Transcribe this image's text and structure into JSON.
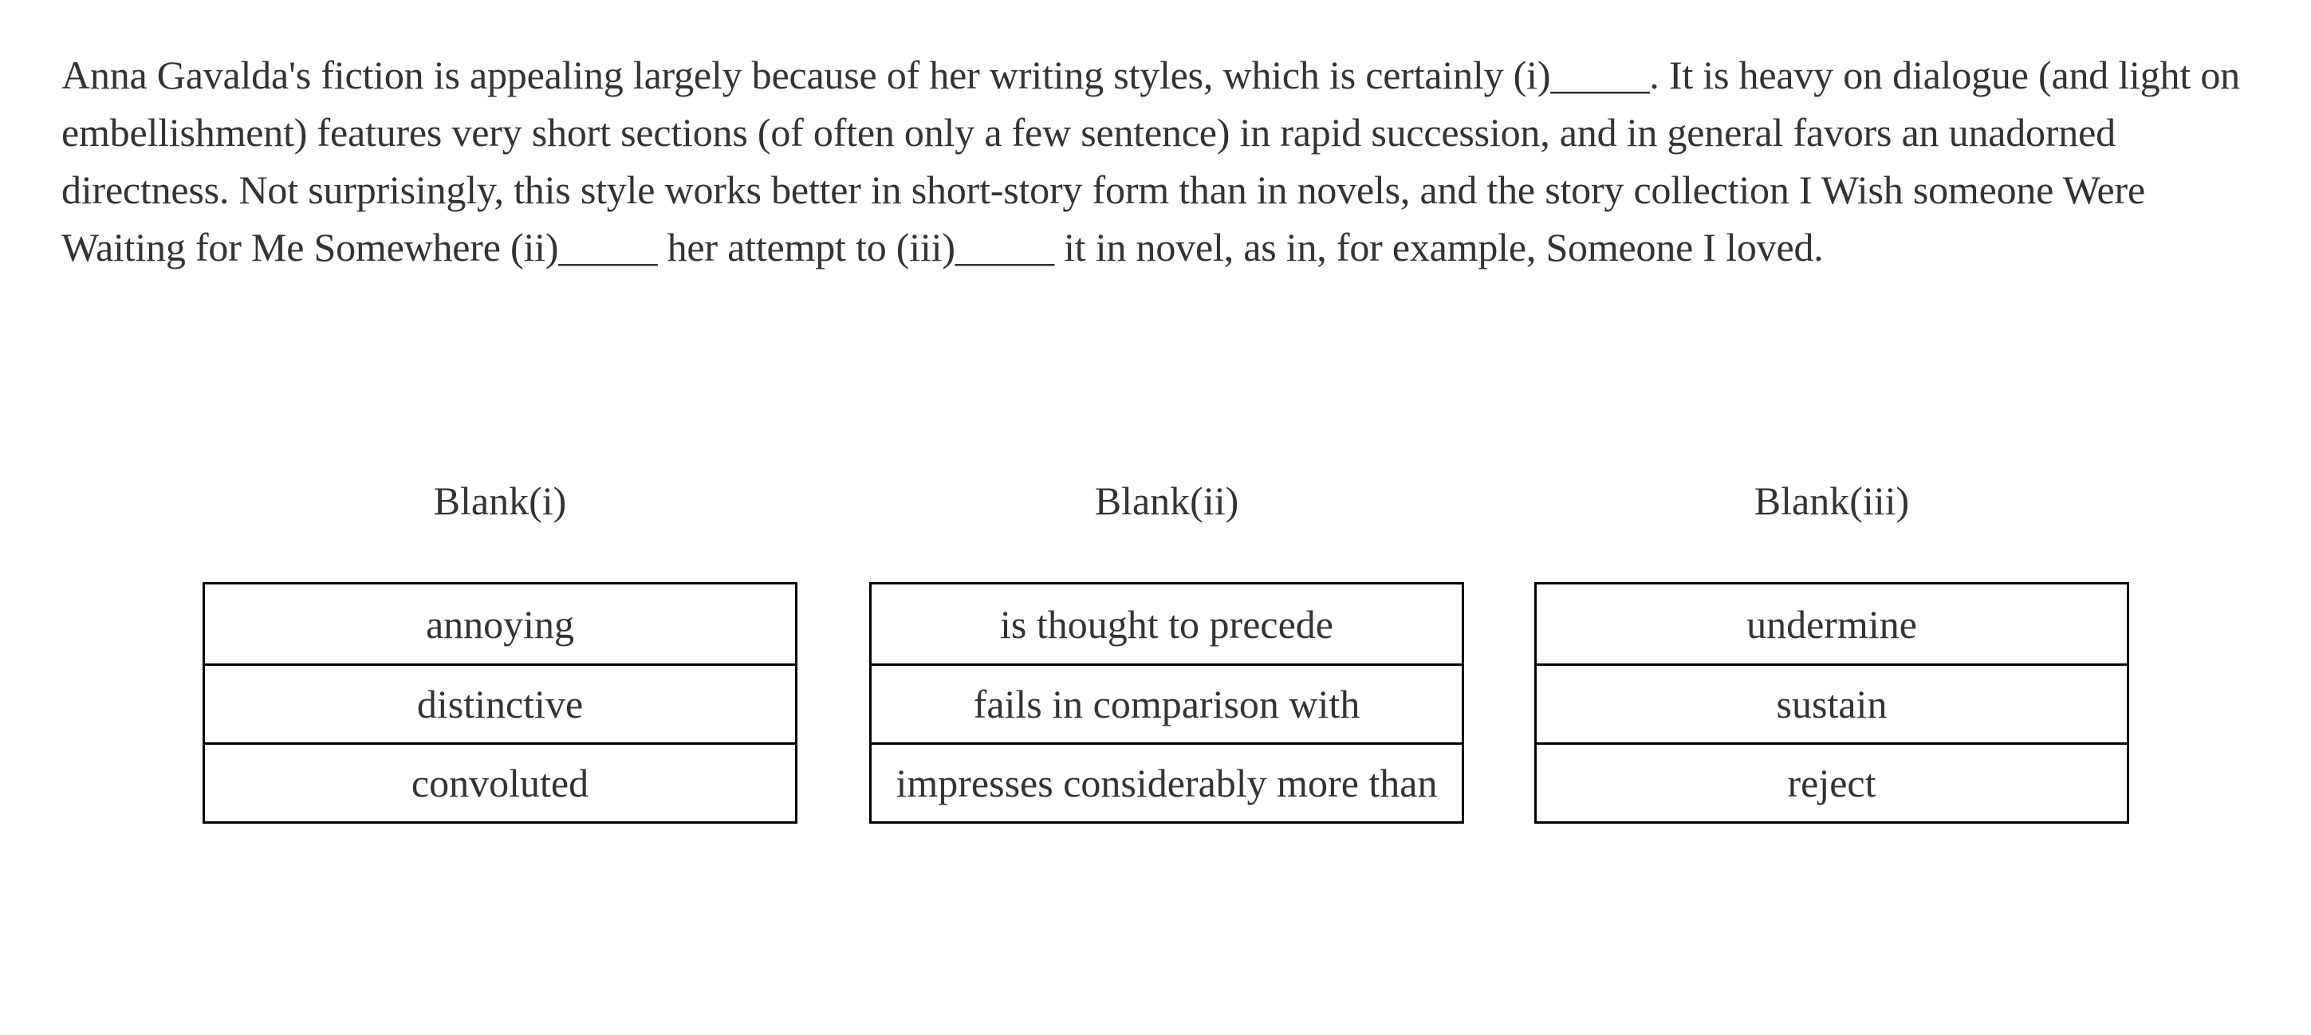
{
  "passage": {
    "text": "Anna Gavalda's fiction is appealing largely because of her writing styles, which is certainly (i)_____. It is heavy on dialogue (and light on embellishment) features very short sections (of often only a few sentence) in rapid succession, and in general favors an unadorned directness. Not surprisingly, this style works better in short-story form than in novels, and the story collection I Wish someone Were Waiting for Me Somewhere (ii)_____ her attempt to (iii)_____ it in novel, as in, for example, Someone I loved."
  },
  "blanks": [
    {
      "title": "Blank(i)",
      "options": [
        "annoying",
        "distinctive",
        "convoluted"
      ]
    },
    {
      "title": "Blank(ii)",
      "options": [
        "is thought to precede",
        "fails in comparison with",
        "impresses considerably more than"
      ]
    },
    {
      "title": "Blank(iii)",
      "options": [
        "undermine",
        "sustain",
        "reject"
      ]
    }
  ],
  "colors": {
    "text": "#333333",
    "border": "#000000",
    "background": "#ffffff"
  }
}
